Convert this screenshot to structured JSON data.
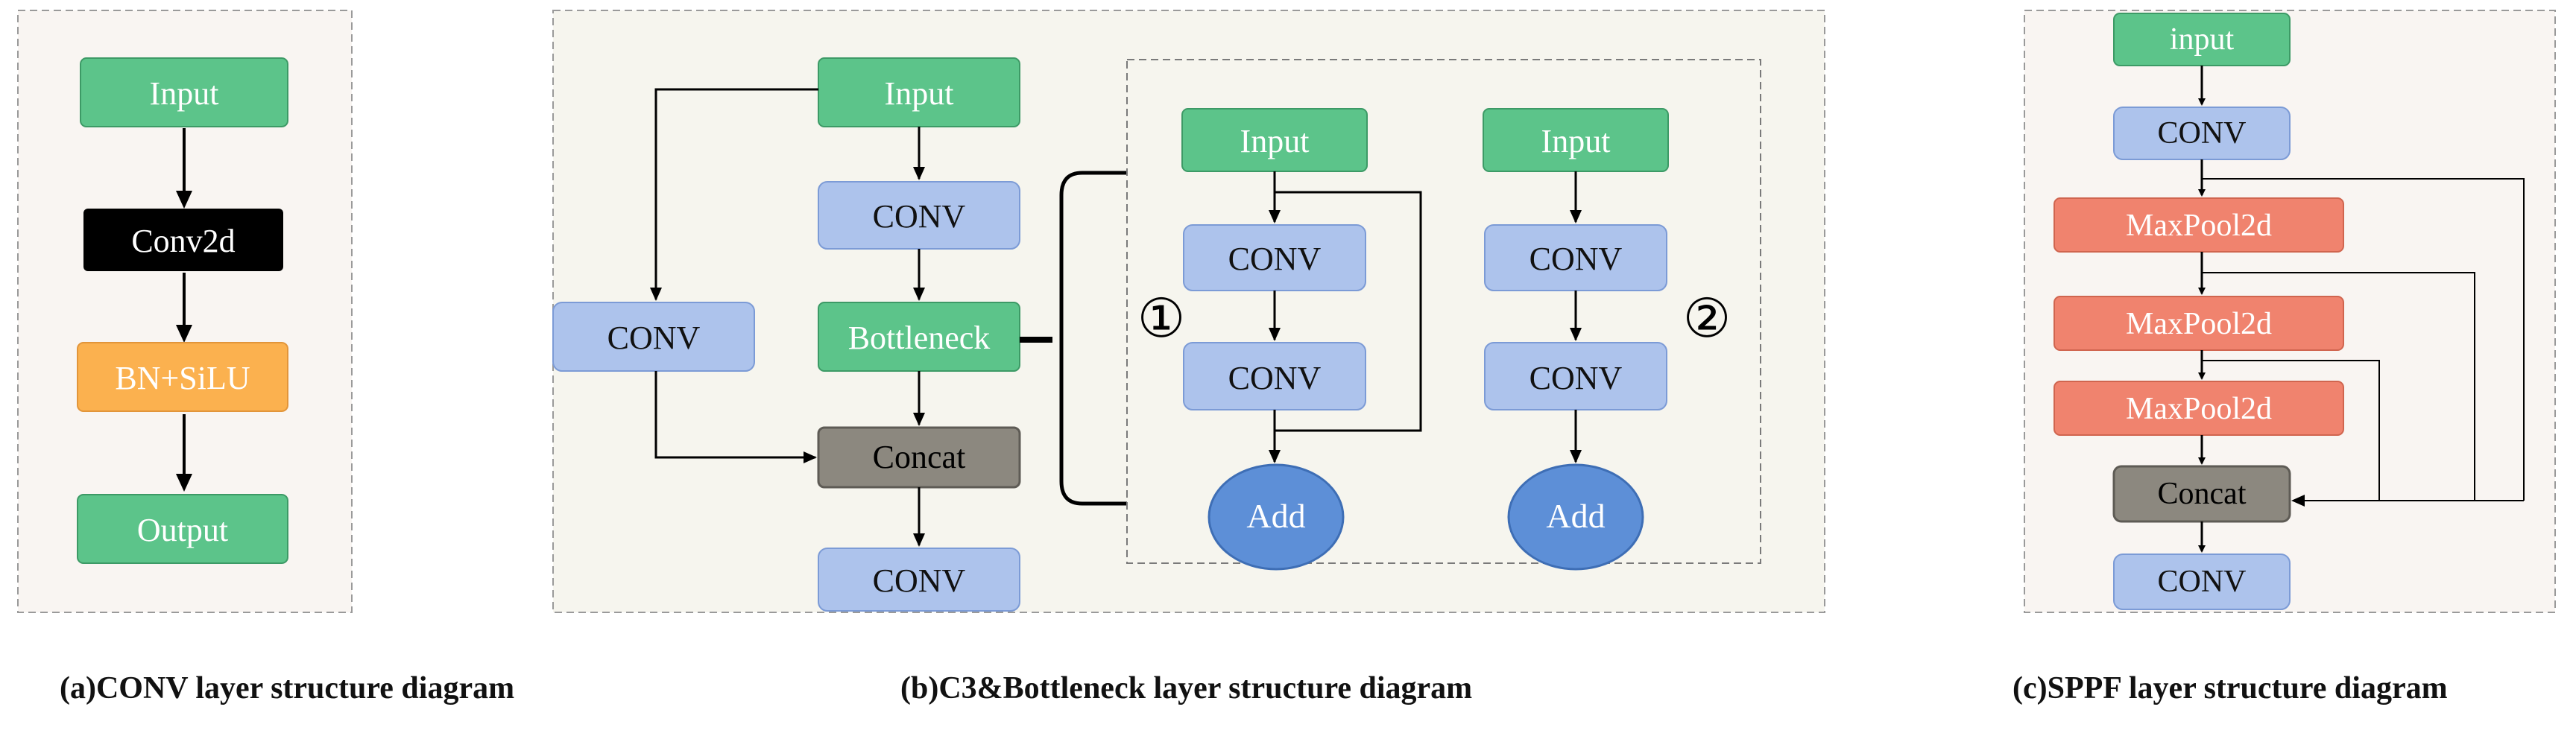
{
  "colors": {
    "green": "#5cc48a",
    "green_border": "#3d9a66",
    "blue": "#adc3ec",
    "blue_border": "#7c9bd6",
    "black": "#000000",
    "orange": "#fbb14f",
    "orange_border": "#e2953a",
    "salmon": "#f0836e",
    "salmon_border": "#d0654f",
    "gray": "#8c887f",
    "gray_border": "#5e5b55",
    "ellipse": "#5d8fd7",
    "ellipse_border": "#3e6eb5",
    "panel_bg": "#f9f5f2",
    "panel_bg_b": "#f6f5ee",
    "panel_border": "#9a9a9a"
  },
  "panel_a": {
    "input": "Input",
    "conv2d": "Conv2d",
    "bn": "BN+SiLU",
    "output": "Output",
    "caption": "(a)CONV layer structure diagram"
  },
  "panel_b": {
    "input": "Input",
    "conv_top": "CONV",
    "bottleneck": "Bottleneck",
    "conv_side": "CONV",
    "concat": "Concat",
    "conv_bottom": "CONV",
    "variant1": {
      "input": "Input",
      "conv1": "CONV",
      "conv2": "CONV",
      "add": "Add",
      "marker": "①"
    },
    "variant2": {
      "input": "Input",
      "conv1": "CONV",
      "conv2": "CONV",
      "add": "Add",
      "marker": "②"
    },
    "caption": "(b)C3&Bottleneck layer structure diagram"
  },
  "panel_c": {
    "input": "input",
    "conv_top": "CONV",
    "maxpool1": "MaxPool2d",
    "maxpool2": "MaxPool2d",
    "maxpool3": "MaxPool2d",
    "concat": "Concat",
    "conv_bottom": "CONV",
    "caption": "(c)SPPF layer structure diagram"
  }
}
